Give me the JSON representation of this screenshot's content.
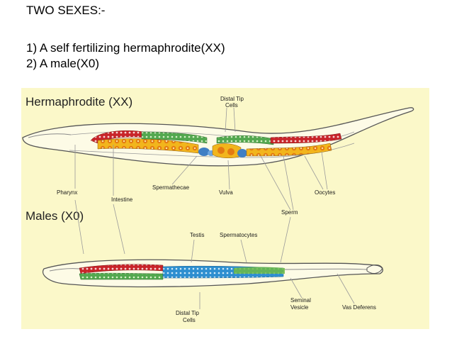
{
  "slide": {
    "heading": "TWO SEXES:-",
    "point_1": "1) A self fertilizing hermaphrodite(XX)",
    "point_2": "2) A male(X0)"
  },
  "figure": {
    "herm_title": "Hermaphrodite (XX)",
    "male_title": "Males (X0)",
    "labels": {
      "distal_tip_top_line1": "Distal Tip",
      "distal_tip_top_line2": "Cells",
      "pharynx": "Pharynx",
      "intestine": "Intestine",
      "spermathecae": "Spermathecae",
      "vulva": "Vulva",
      "oocytes": "Oocytes",
      "sperm": "Sperm",
      "testis": "Testis",
      "spermatocytes": "Spermatocytes",
      "seminal_line1": "Seminal",
      "seminal_line2": "Vesicle",
      "vas_deferens": "Vas Deferens",
      "distal_tip_bottom_line1": "Distal Tip",
      "distal_tip_bottom_line2": "Cells"
    },
    "colors": {
      "background": "#fbf8c9",
      "worm_outline": "#555555",
      "sperm_red": "#c8242a",
      "oocyte_yellow": "#f2b51c",
      "germline_green": "#53a84f",
      "spermatheca_blue": "#3f7fc4",
      "male_blue": "#2e8fd0",
      "male_green": "#6dbb44"
    }
  }
}
